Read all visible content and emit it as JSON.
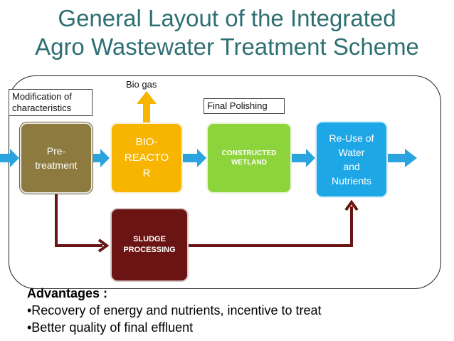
{
  "title": {
    "line1": "General Layout of the Integrated",
    "line2": "Agro Wastewater Treatment Scheme"
  },
  "labels": {
    "modification": "Modification of\ncharacteristics",
    "bio_gas": "Bio gas",
    "final_polishing": "Final Polishing"
  },
  "boxes": {
    "pretreatment": "Pre-\ntreatment",
    "bioreactor": "BIO-\nREACTO\nR",
    "constructed_wetland": "CONSTRUCTED\nWETLAND",
    "reuse": "Re-Use of\nWater\nand\nNutrients",
    "sludge": "SLUDGE\nPROCESSING"
  },
  "advantages": {
    "heading": "Advantages :",
    "items": [
      "•Recovery of energy and nutrients, incentive to treat",
      "•Better quality of final effluent"
    ]
  },
  "colors": {
    "title": "#2e6f73",
    "pretreatment": "#8c7a3e",
    "bioreactor": "#f7b500",
    "wetland": "#8dd43c",
    "reuse": "#1ea7e7",
    "sludge": "#6b1414",
    "flow_arrow": "#2aa3df",
    "sludge_arrow": "#6b1414"
  }
}
